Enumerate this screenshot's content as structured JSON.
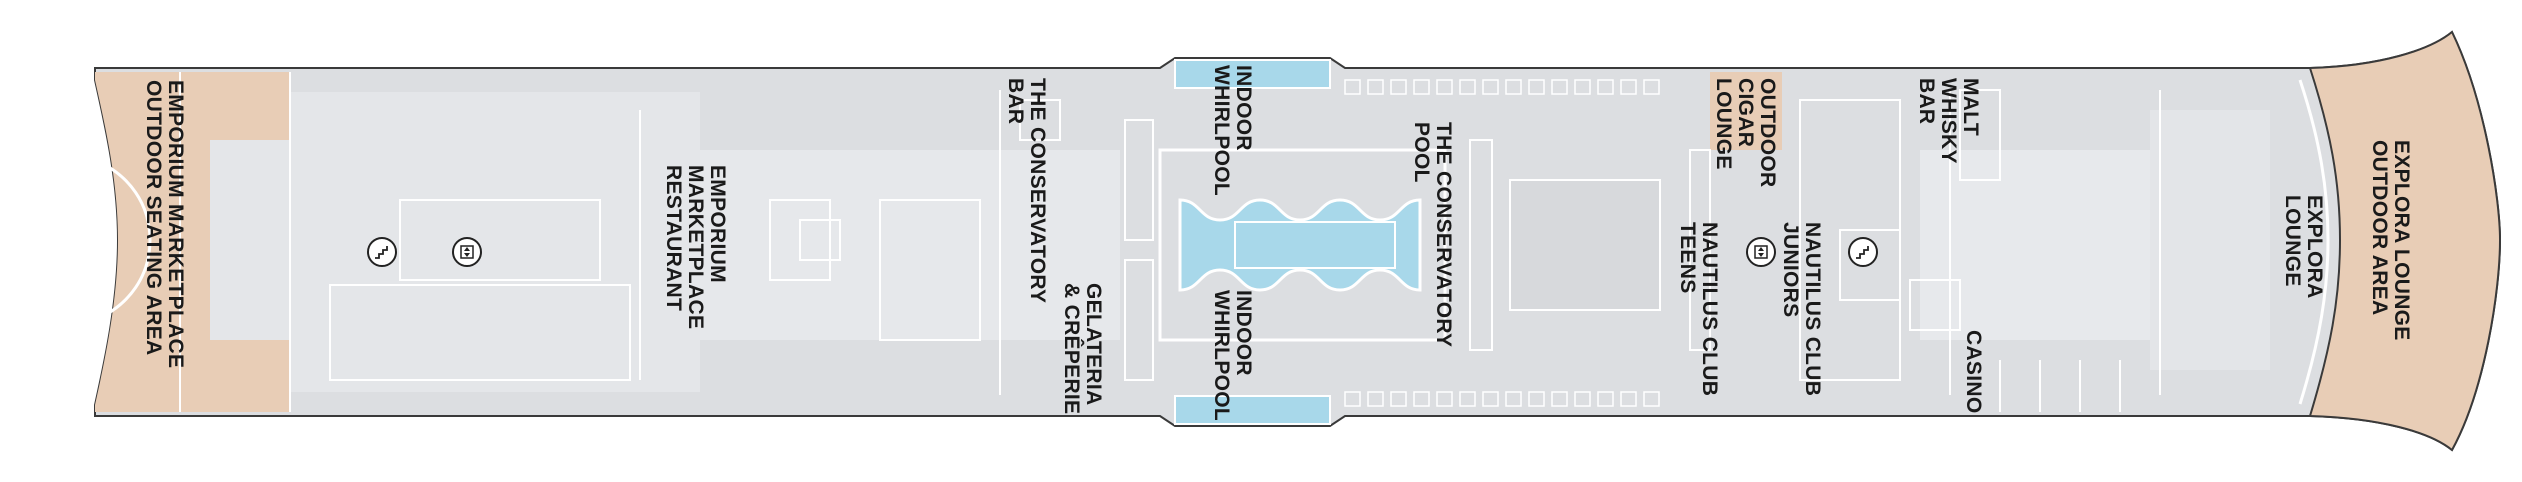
{
  "colors": {
    "deck": "#dcdee1",
    "deck_light": "#e9ebee",
    "outline": "#3a3a3a",
    "outdoor": "#e8cdb6",
    "pool": "#a8d8ea",
    "walls": "#ffffff"
  },
  "labels": {
    "emporium_outdoor": "EMPORIUM MARKETPLACE\nOUTDOOR SEATING AREA",
    "emporium_restaurant": "EMPORIUM\nMARKETPLACE\nRESTAURANT",
    "conservatory_bar": "THE CONSERVATORY\nBAR",
    "gelateria": "GELATERIA\n& CRÊPERIE",
    "indoor_whirlpool_top": "INDOOR\nWHIRLPOOL",
    "indoor_whirlpool_bottom": "INDOOR\nWHIRLPOOL",
    "conservatory_pool": "THE CONSERVATORY\nPOOL",
    "outdoor_cigar": "OUTDOOR\nCIGAR\nLOUNGE",
    "nautilus_teens": "NAUTILUS CLUB\nTEENS",
    "malt_whisky": "MALT\nWHISKY\nBAR",
    "nautilus_juniors": "NAUTILUS CLUB\nJUNIORS",
    "casino": "CASINO",
    "explora_lounge": "EXPLORA\nLOUNGE",
    "explora_outdoor": "EXPLORA LOUNGE\nOUTDOOR AREA"
  },
  "icons": {
    "stairs": "stairs-icon",
    "elevator": "elevator-icon"
  }
}
